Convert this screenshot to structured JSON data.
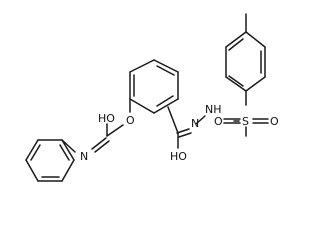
{
  "molecule": {
    "atoms": {
      "oh_carbamate": "HO",
      "n_carbamate": "N",
      "o_ether": "O",
      "oh_hydrazide": "HO",
      "n_hydrazide": "N",
      "nh_sulfonyl": "NH",
      "s_atom": "S",
      "o_sulfonyl_left": "O",
      "o_sulfonyl_right": "O"
    }
  }
}
